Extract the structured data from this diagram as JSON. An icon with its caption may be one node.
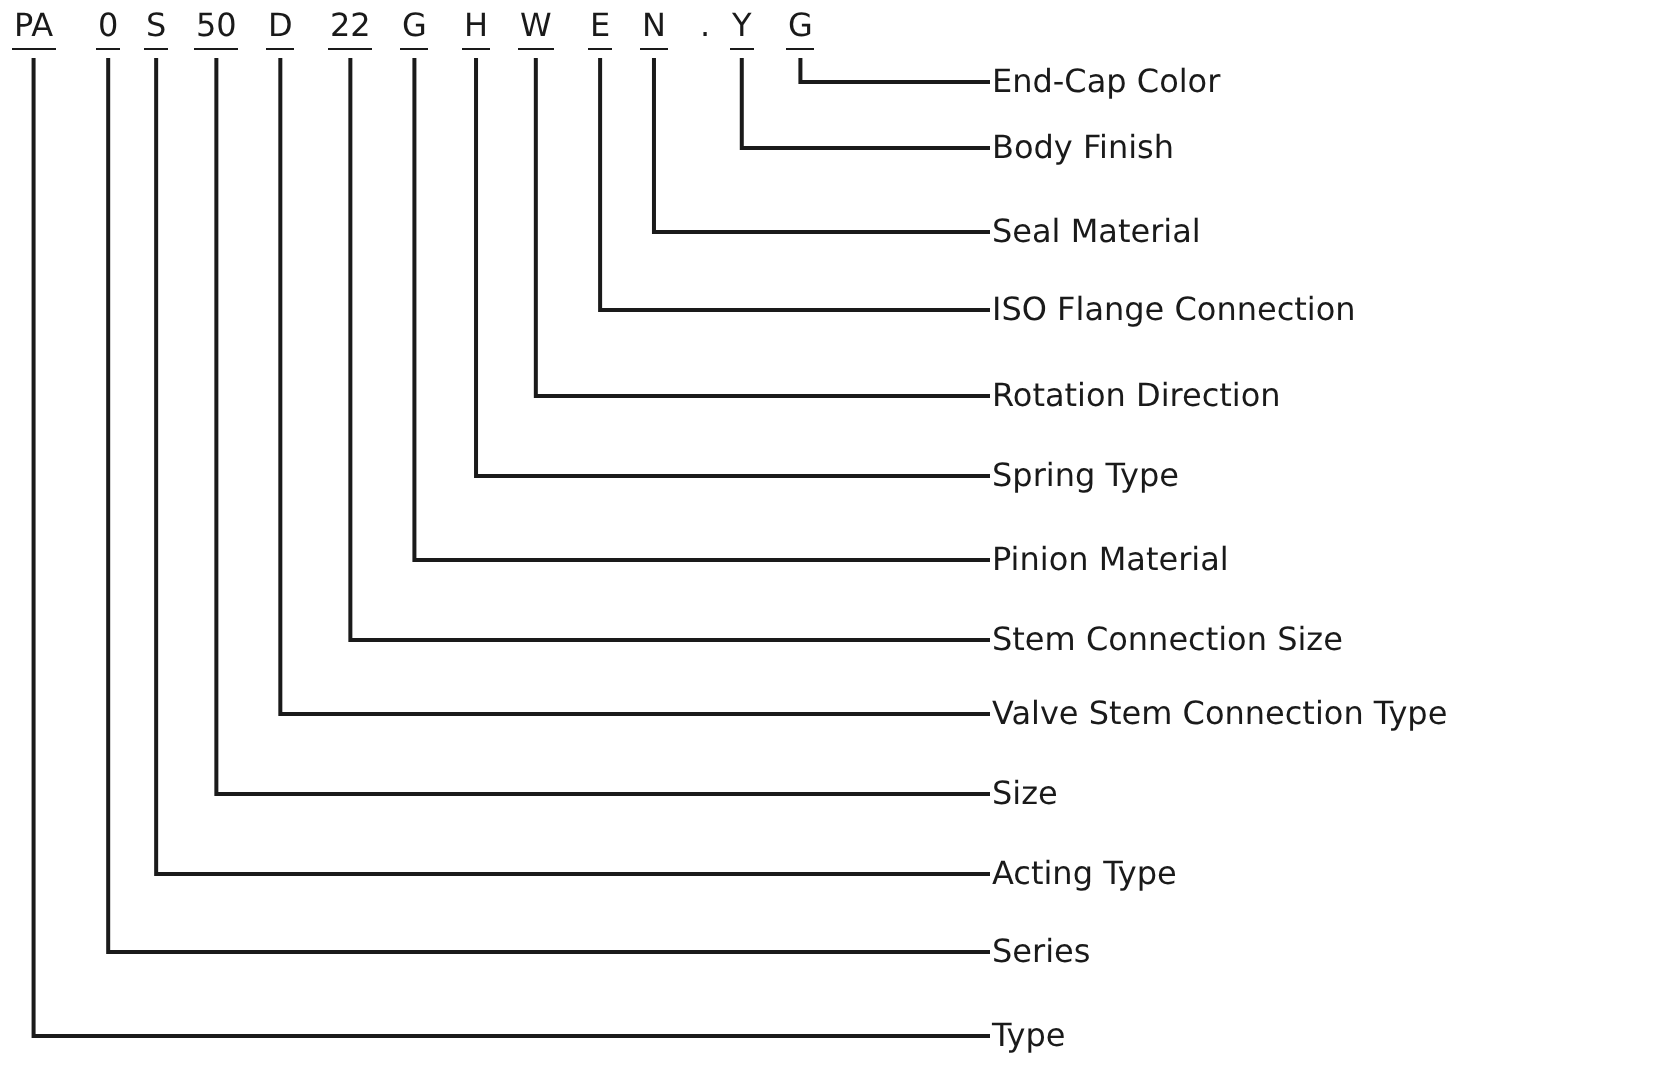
{
  "diagram": {
    "nodes": [
      {
        "text": [
          "PA"
        ]
      },
      {
        "text": [
          "0"
        ]
      },
      {
        "text": [
          "S"
        ]
      },
      {
        "text": [
          "50"
        ]
      },
      {
        "text": [
          "D"
        ]
      },
      {
        "text": [
          "22"
        ]
      },
      {
        "text": [
          "G"
        ]
      },
      {
        "text": [
          "H"
        ]
      },
      {
        "text": [
          "W"
        ]
      },
      {
        "text": [
          "E"
        ]
      },
      {
        "text": [
          "N"
        ]
      },
      {
        "text": [
          "Y"
        ]
      },
      {
        "text": [
          "G"
        ]
      },
      {
        "text": [
          "End-Cap Color"
        ]
      },
      {
        "text": [
          "Body Finish"
        ]
      },
      {
        "text": [
          "Seal Material"
        ]
      },
      {
        "text": [
          "ISO Flange Connection"
        ]
      },
      {
        "text": [
          "Rotation Direction"
        ]
      },
      {
        "text": [
          "Spring Type"
        ]
      },
      {
        "text": [
          "Pinion Material"
        ]
      },
      {
        "text": [
          "Stem Connection Size"
        ]
      },
      {
        "text": [
          "Valve Stem Connection Type"
        ]
      },
      {
        "text": [
          "Size"
        ]
      },
      {
        "text": [
          "Acting Type"
        ]
      },
      {
        "text": [
          "Series"
        ]
      },
      {
        "text": [
          "Type"
        ]
      }
    ],
    "edges": [
      {
        "from": 12,
        "to": 13,
        "arrow": "none"
      },
      {
        "from": 11,
        "to": 14,
        "arrow": "none"
      },
      {
        "from": 10,
        "to": 15,
        "arrow": "none"
      },
      {
        "from": 9,
        "to": 16,
        "arrow": "none"
      },
      {
        "from": 8,
        "to": 17,
        "arrow": "none"
      },
      {
        "from": 7,
        "to": 18,
        "arrow": "none"
      },
      {
        "from": 6,
        "to": 19,
        "arrow": "none"
      },
      {
        "from": 5,
        "to": 20,
        "arrow": "none"
      },
      {
        "from": 4,
        "to": 21,
        "arrow": "none"
      },
      {
        "from": 3,
        "to": 22,
        "arrow": "none"
      },
      {
        "from": 2,
        "to": 23,
        "arrow": "none"
      },
      {
        "from": 1,
        "to": 24,
        "arrow": "none"
      },
      {
        "from": 0,
        "to": 25,
        "arrow": "none"
      }
    ],
    "labels": [
      "."
    ]
  }
}
